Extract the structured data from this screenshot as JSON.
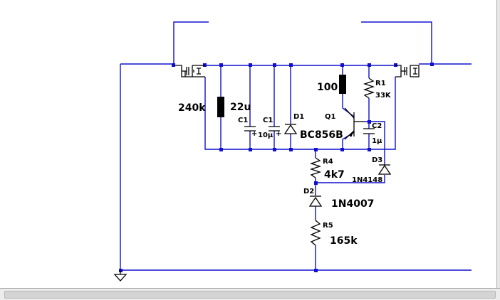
{
  "schematic": {
    "components": {
      "r_240k": {
        "value": "240k"
      },
      "r_100": {
        "value": "100"
      },
      "c1_22u": {
        "ref": "C1",
        "value": "22u"
      },
      "c1_10u": {
        "ref": "C1",
        "value": "10µ"
      },
      "d1": {
        "ref": "D1"
      },
      "q1": {
        "ref": "Q1",
        "value": "BC856B"
      },
      "r1": {
        "ref": "R1",
        "value": "33K"
      },
      "c2": {
        "ref": "C2",
        "value": "1µ"
      },
      "r4": {
        "ref": "R4",
        "value": "4k7"
      },
      "d2": {
        "ref": "D2",
        "value": "1N4007"
      },
      "d3": {
        "ref": "D3",
        "value": "1N4148"
      },
      "r5": {
        "ref": "R5",
        "value": "165k"
      }
    },
    "capacitor_plus_sign": "+"
  },
  "colors": {
    "wire": "#1010d0",
    "component": "#000000",
    "background": "#ffffff"
  }
}
